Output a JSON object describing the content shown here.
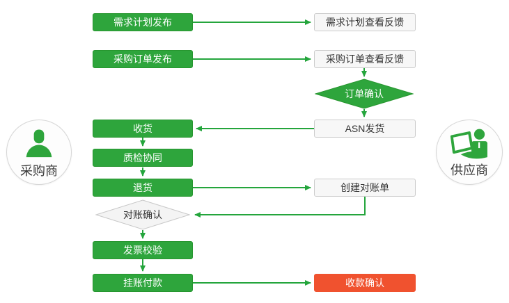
{
  "actors": {
    "buyer": {
      "label": "采购商",
      "icon": "person-icon"
    },
    "supplier": {
      "label": "供应商",
      "icon": "person-computer-icon"
    }
  },
  "nodes": {
    "demand_plan_publish": "需求计划发布",
    "po_publish": "采购订单发布",
    "receiving": "收货",
    "quality_collaboration": "质检协同",
    "returns": "退货",
    "invoice_verification": "发票校验",
    "book_payment": "挂账付款",
    "demand_plan_feedback": "需求计划查看反馈",
    "po_feedback": "采购订单查看反馈",
    "order_confirmation": "订单确认",
    "asn_shipment": "ASN发货",
    "create_statement": "创建对账单",
    "payment_receipt_confirmation": "收款确认"
  },
  "colors": {
    "process_green": "#2EA53C",
    "confirm_red": "#F0522F",
    "arrow_green": "#24A53C",
    "light_box_bg": "#F7F7F7",
    "light_box_border": "#CCCCCC"
  }
}
